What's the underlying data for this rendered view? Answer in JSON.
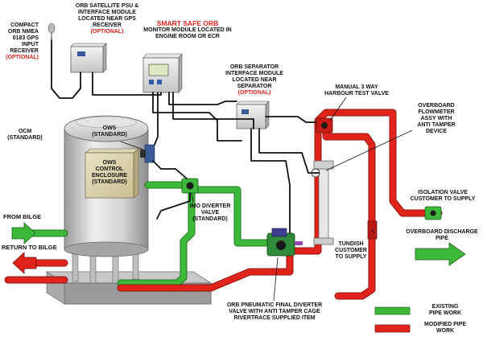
{
  "labels": {
    "gps": {
      "lines": [
        "COMPACT",
        "ORB NMEA",
        "0183 GPS",
        "INPUT",
        "RECEIVER"
      ],
      "note": "(OPTIONAL)"
    },
    "satellite": {
      "lines": [
        "ORB SATELLITE PSU &",
        "INTERFACE MODULE",
        "LOCATED NEAR GPS",
        "RECEIVER"
      ],
      "note": "(OPTIONAL)"
    },
    "smart_safe": {
      "title": "SMART SAFE ORB",
      "lines": [
        "MONITOR MODULE LOCATED IN",
        "ENGINE ROOM OR ECR"
      ]
    },
    "separator": {
      "lines": [
        "ORB SEPARATOR",
        "INTERFACE MODULE",
        "LOCATED NEAR",
        "SEPARATOR"
      ],
      "note": "(OPTIONAL)"
    },
    "harbour_valve": {
      "lines": [
        "MANUAL 3 WAY",
        "HARBOUR TEST VALVE"
      ]
    },
    "flowmeter": {
      "lines": [
        "OVERBOARD",
        "FLOWMETER",
        "ASSY WITH",
        "ANTI TAMPER",
        "DEVICE"
      ]
    },
    "ocm": {
      "lines": [
        "OCM",
        "(STANDARD)"
      ]
    },
    "ows": {
      "lines": [
        "OWS",
        "(STANDARD)"
      ]
    },
    "ows_enclosure": {
      "lines": [
        "OWS",
        "CONTROL",
        "ENCLOSURE",
        "(STANDARD)"
      ]
    },
    "imo_valve": {
      "lines": [
        "IMO DIVERTER",
        "VALVE",
        "(STANDARD)"
      ]
    },
    "from_bilge": "FROM BILGE",
    "return_bilge": "RETURN TO BILGE",
    "isolation_valve": {
      "lines": [
        "ISOLATION VALVE",
        "CUSTOMER TO SUPPLY"
      ]
    },
    "overboard_discharge": "OVERBOARD DISCHARGE PIPE",
    "tundish": {
      "lines": [
        "TUNDISH",
        "CUSTOMER",
        "TO SUPPLY"
      ]
    },
    "orb_pneumatic": {
      "lines": [
        "ORB PNEUMATIC FINAL DIVERTER",
        "VALVE WITH ANTI TAMPER CAGE",
        "RIVERTRACE SUPPLIED ITEM"
      ]
    }
  },
  "legend": {
    "existing": {
      "lines": [
        "EXISTING",
        "PIPE WORK"
      ],
      "color": "#3db83a"
    },
    "modified": {
      "lines": [
        "MODIFIED PIPE",
        "WORK"
      ],
      "color": "#e0231b"
    }
  },
  "colors": {
    "green_pipe": "#3db83a",
    "red_pipe": "#e0231b",
    "cable": "#111111",
    "tank": "#cfcfcf"
  }
}
